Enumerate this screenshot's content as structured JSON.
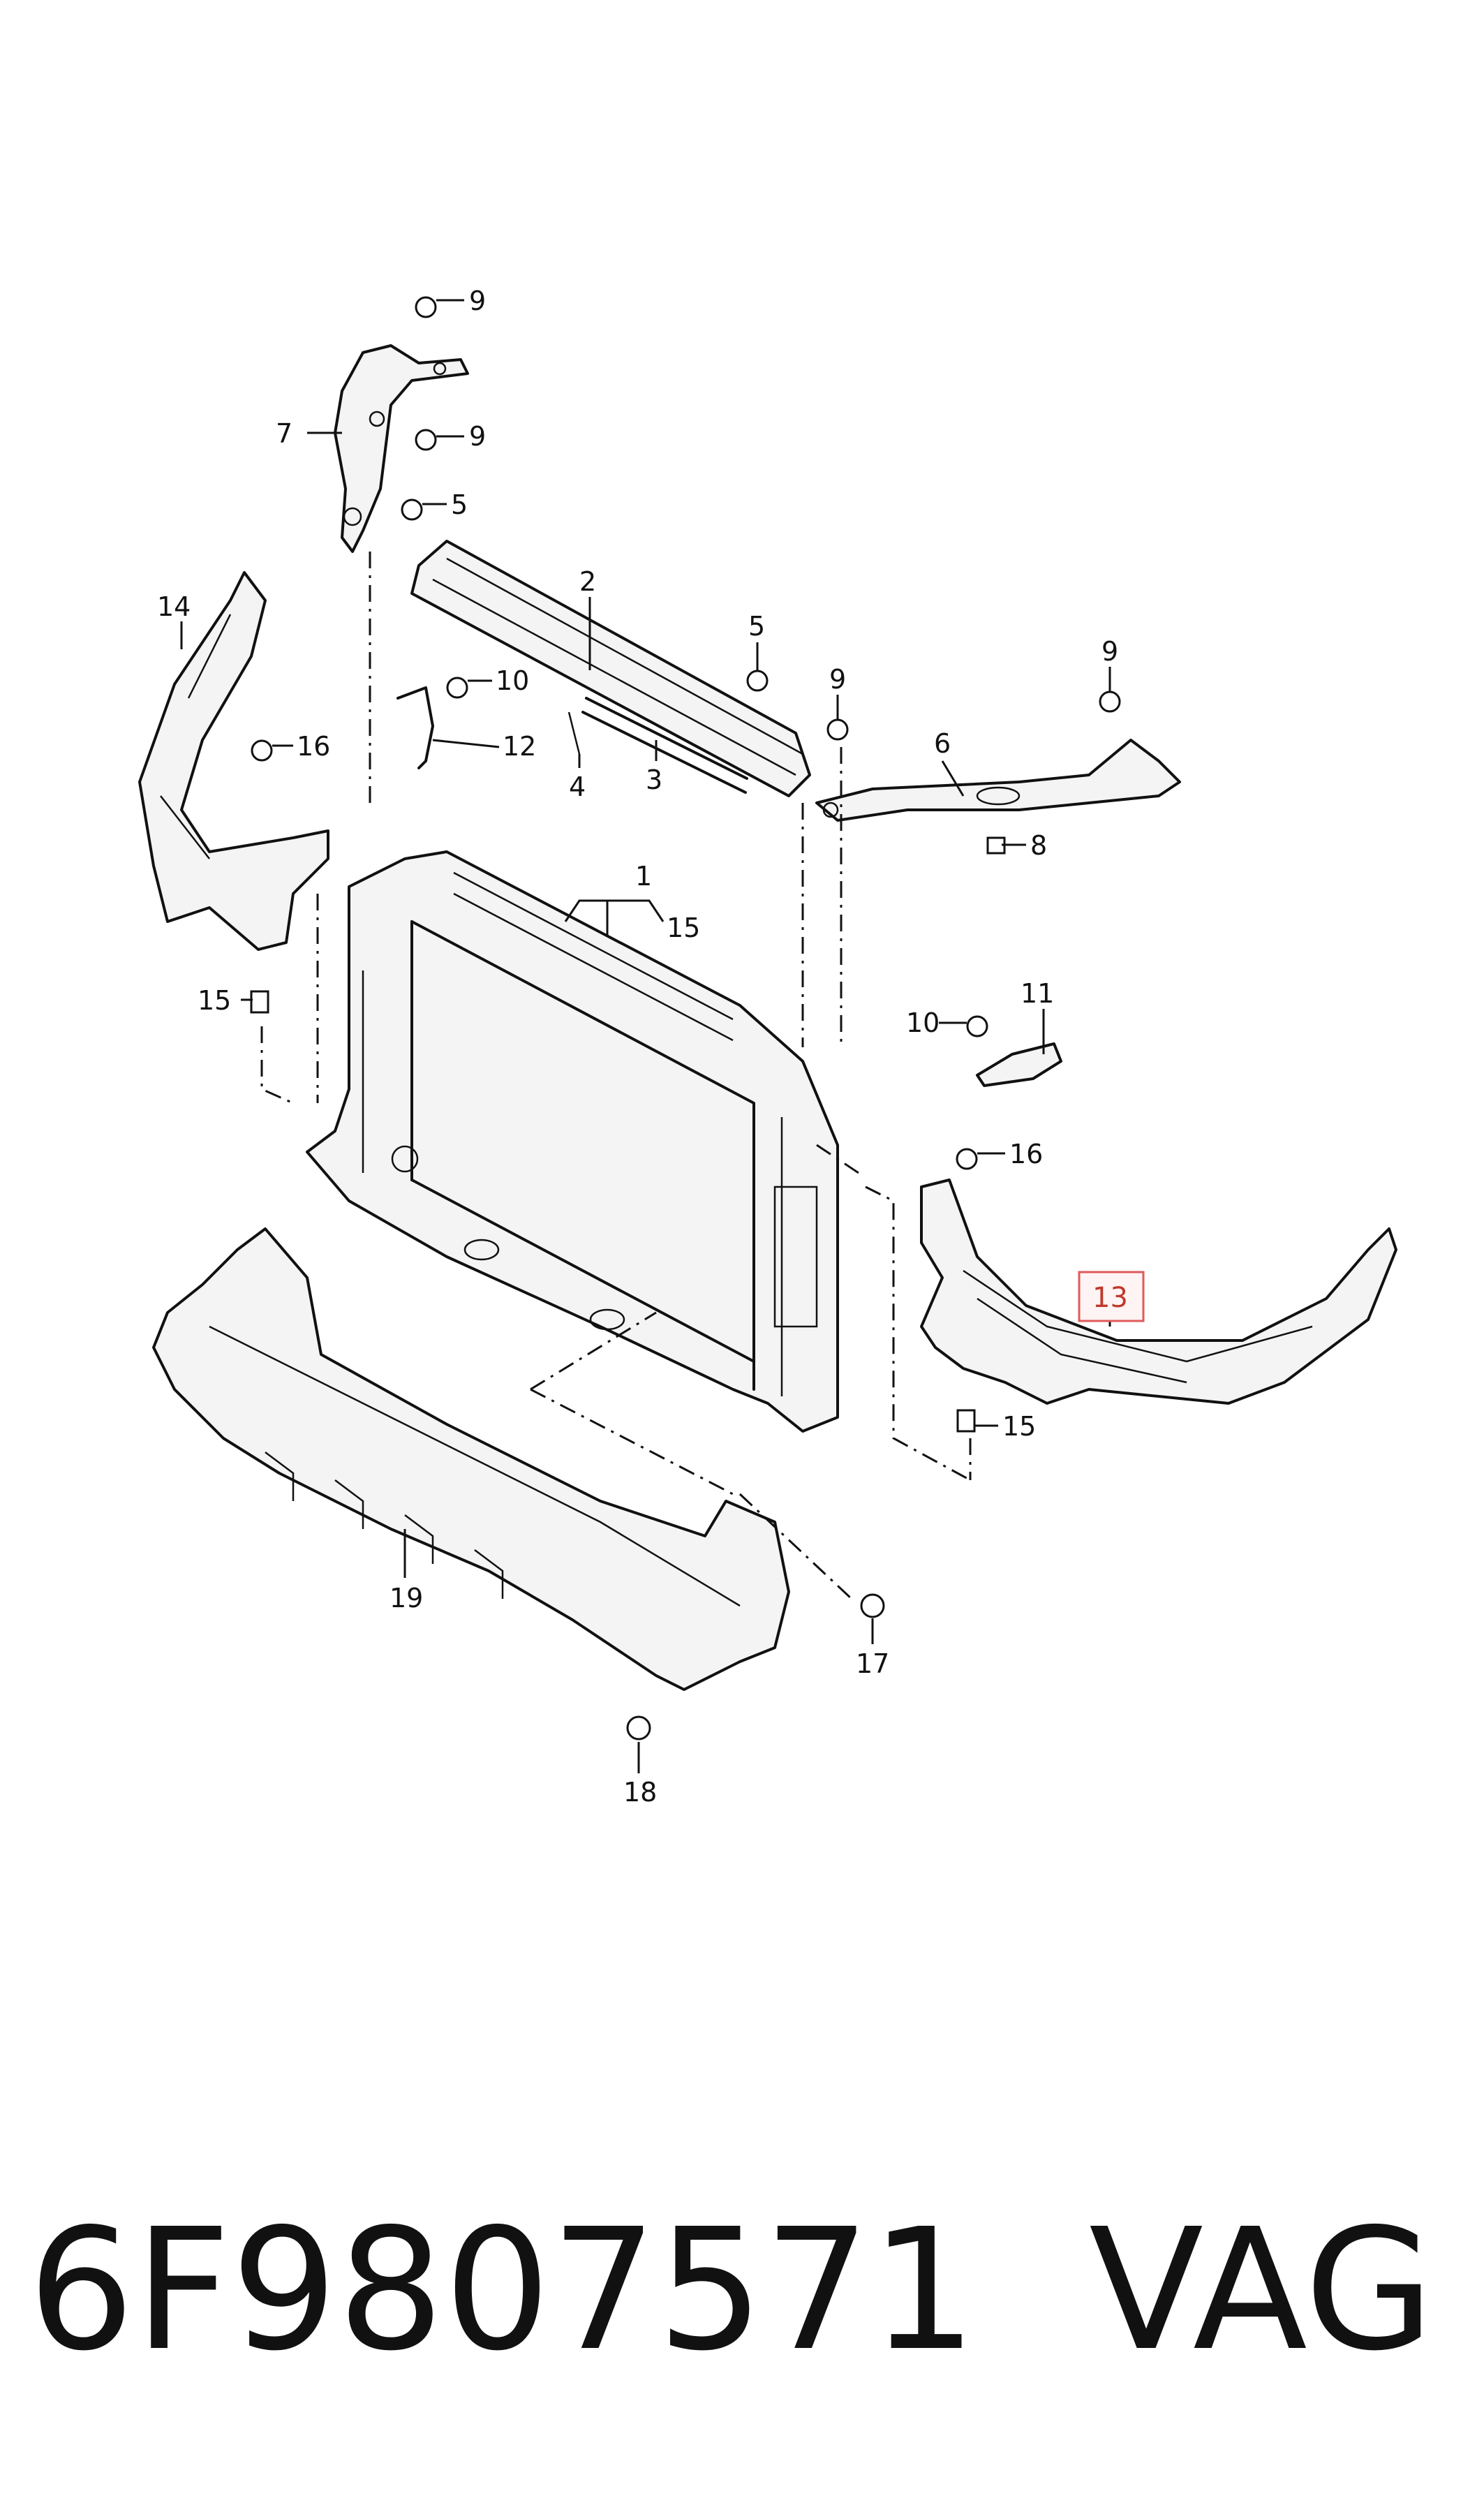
{
  "callouts": {
    "c1": "1",
    "c2": "2",
    "c3": "3",
    "c4": "4",
    "c5a": "5",
    "c5b": "5",
    "c6": "6",
    "c7": "7",
    "c8": "8",
    "c9a": "9",
    "c9b": "9",
    "c9c": "9",
    "c9d": "9",
    "c10a": "10",
    "c10b": "10",
    "c11": "11",
    "c12": "12",
    "c13": "13",
    "c14": "14",
    "c15a": "15",
    "c15b": "15",
    "c15c": "15",
    "c16a": "16",
    "c16b": "16",
    "c17": "17",
    "c18": "18",
    "c19": "19"
  },
  "highlight_color": "#e05a5a",
  "footer": {
    "part_number": "6F9807571",
    "brand": "VAG"
  }
}
